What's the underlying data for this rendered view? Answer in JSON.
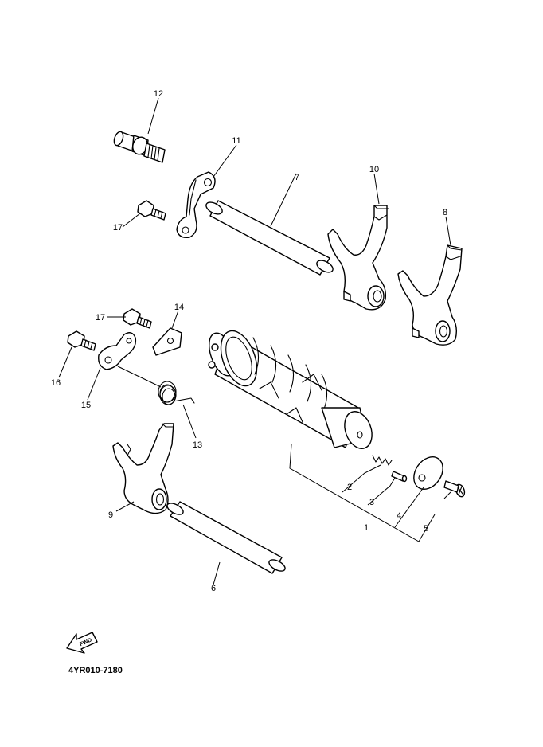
{
  "diagram": {
    "part_code": "4YR010-7180",
    "fwd_label": "FWD",
    "callouts": [
      "12",
      "11",
      "7",
      "10",
      "8",
      "17",
      "14",
      "17",
      "16",
      "15",
      "13",
      "9",
      "2",
      "3",
      "4",
      "1",
      "5",
      "6"
    ]
  }
}
